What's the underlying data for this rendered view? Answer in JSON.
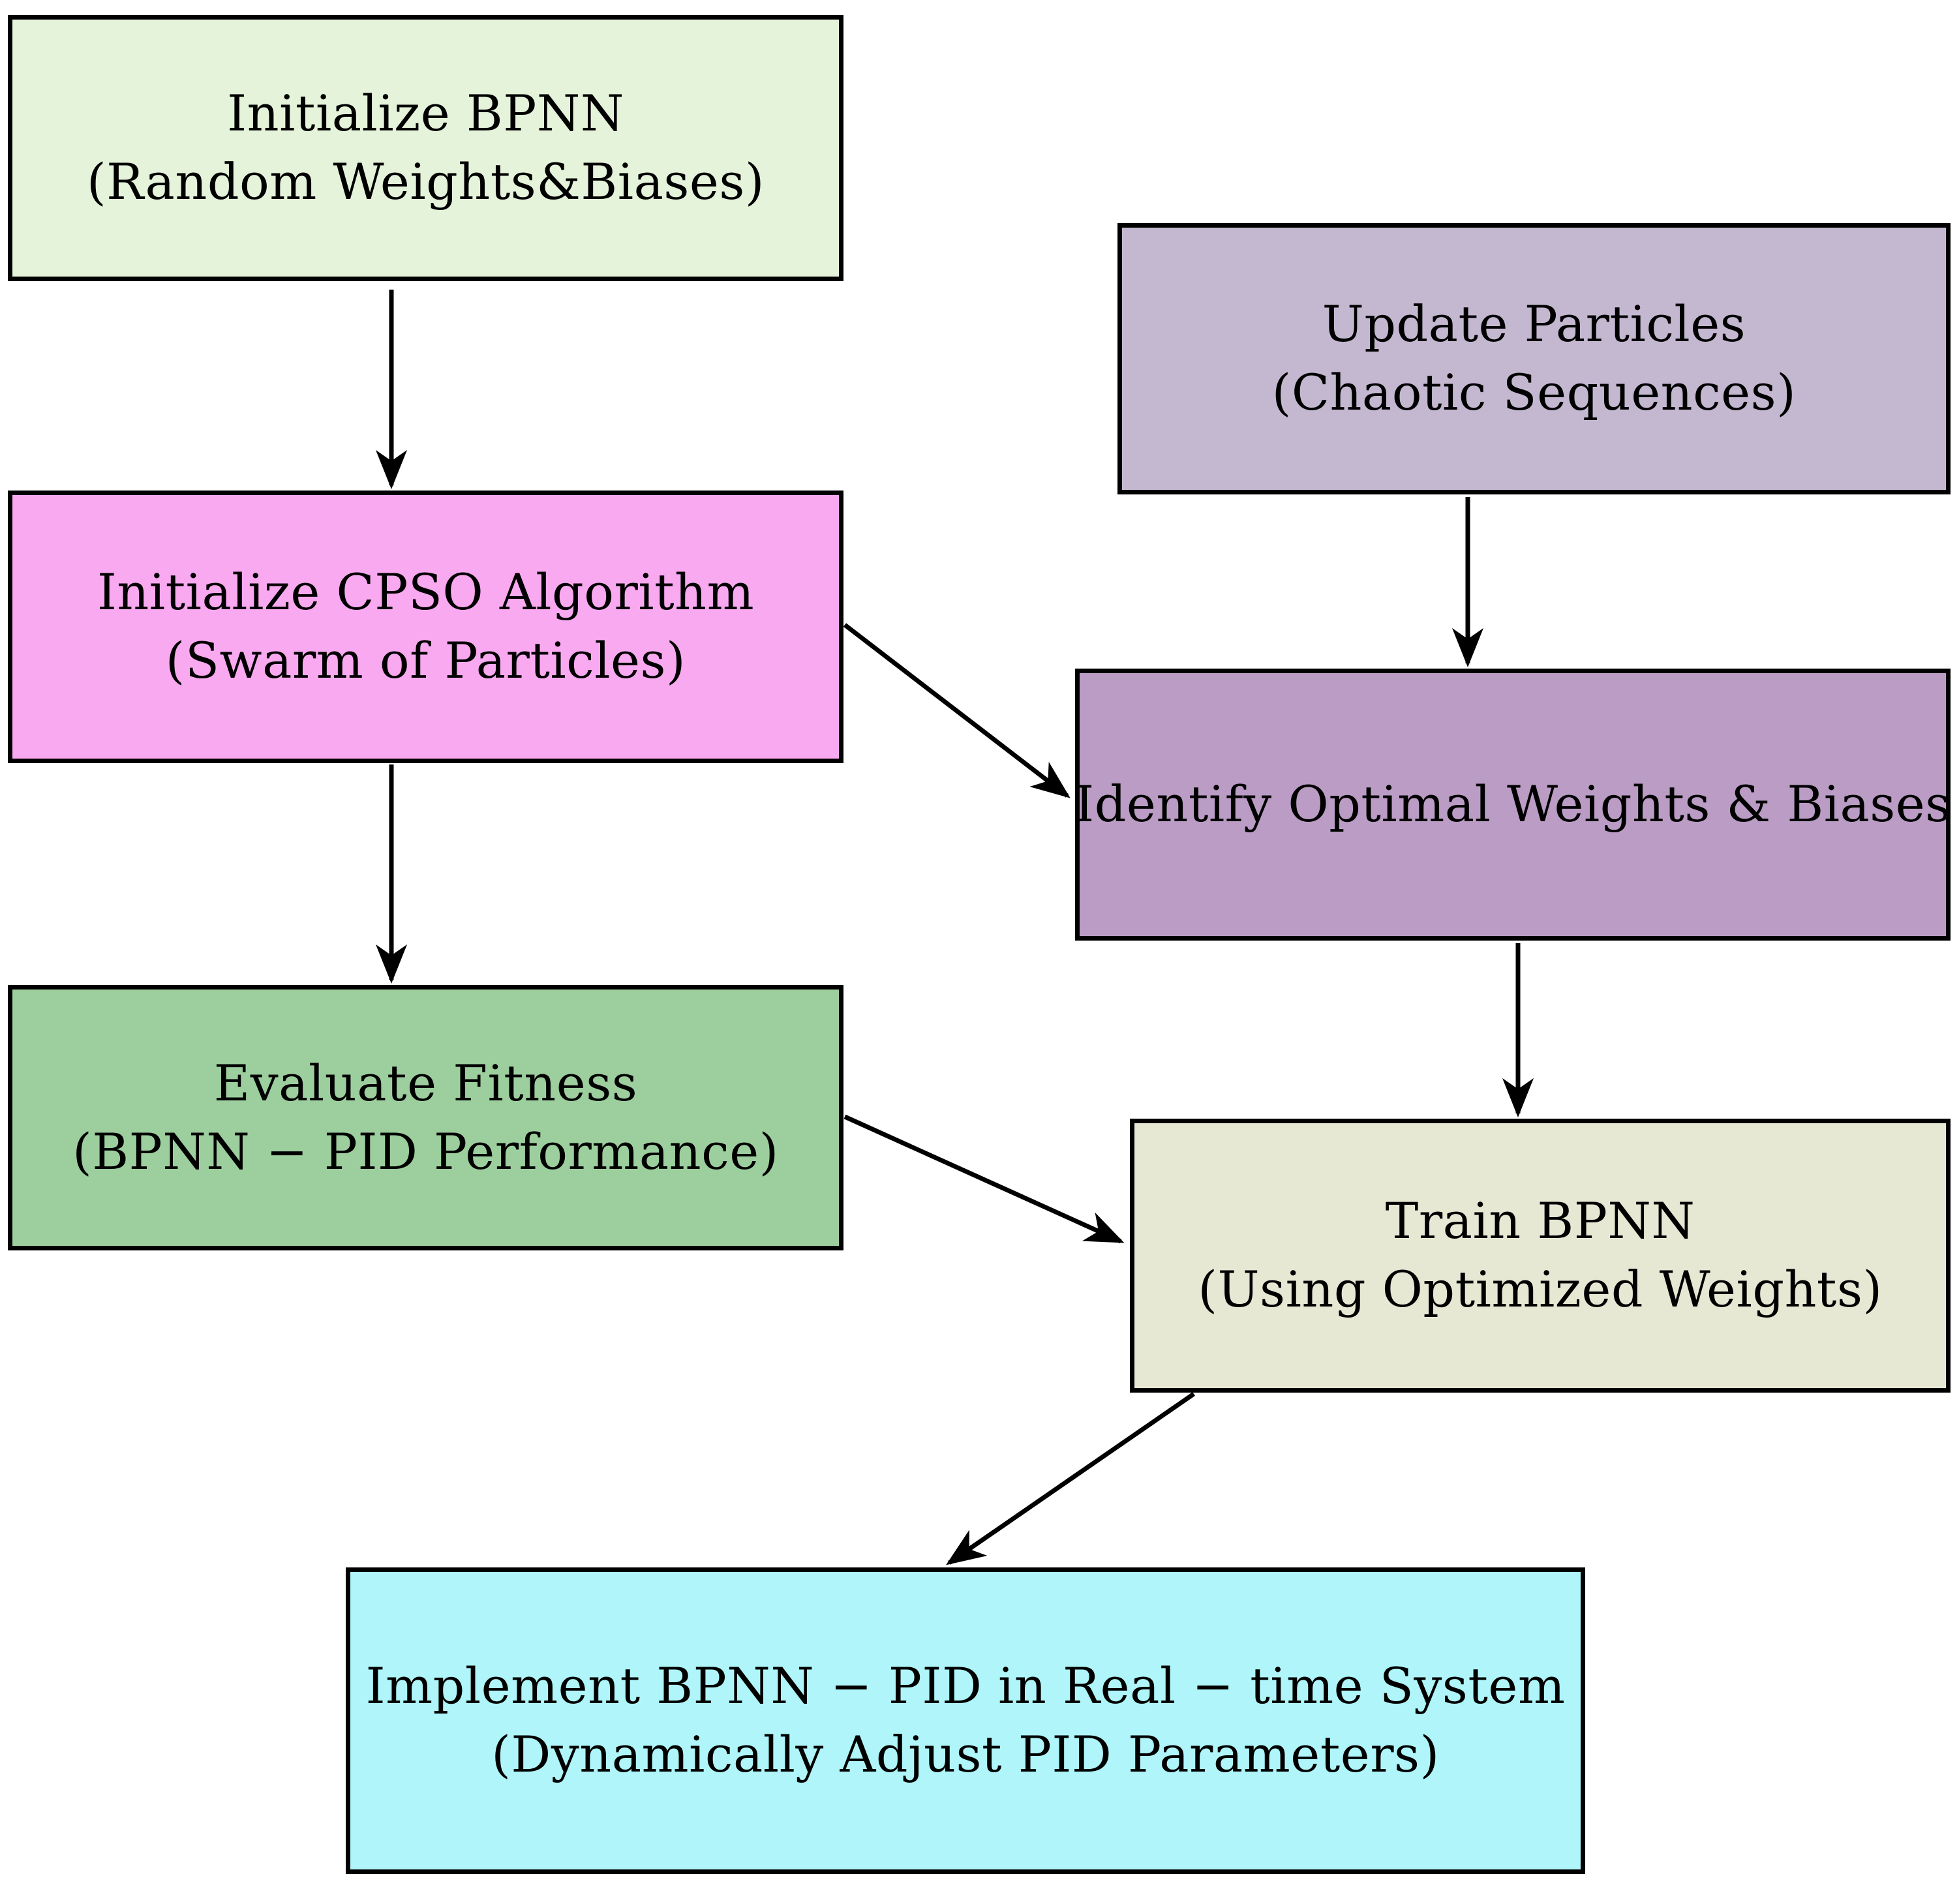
{
  "diagram": {
    "type": "flowchart",
    "background_color": "#ffffff",
    "border_color": "#000000",
    "arrow_color": "#000000",
    "text_color": "#000000",
    "nodes": [
      {
        "id": "initialize-bpnn",
        "line1": "Initialize BPNN",
        "line2": "(Random Weights&Biases)",
        "fill": "#e4f3da"
      },
      {
        "id": "initialize-cpso",
        "line1": "Initialize CPSO Algorithm",
        "line2": "(Swarm of Particles)",
        "fill": "#f9a9f0"
      },
      {
        "id": "evaluate-fitness",
        "line1": "Evaluate Fitness",
        "line2": "(BPNN − PID Performance)",
        "fill": "#9dcf9e"
      },
      {
        "id": "update-particles",
        "line1": "Update Particles",
        "line2": "(Chaotic Sequences)",
        "fill": "#c4b8d1"
      },
      {
        "id": "identify-optimal-weights",
        "line1": "Identify Optimal Weights & Biases",
        "line2": "",
        "fill": "#ba9cc5"
      },
      {
        "id": "train-bpnn",
        "line1": "Train BPNN",
        "line2": "(Using Optimized Weights)",
        "fill": "#e6e8d3"
      },
      {
        "id": "implement-bpnn-pid",
        "line1": "Implement BPNN − PID in Real − time System",
        "line2": "(Dynamically Adjust PID Parameters)",
        "fill": "#aff5f9"
      }
    ],
    "edges": [
      {
        "from": "initialize-bpnn",
        "to": "initialize-cpso"
      },
      {
        "from": "initialize-cpso",
        "to": "evaluate-fitness"
      },
      {
        "from": "initialize-cpso",
        "to": "identify-optimal-weights"
      },
      {
        "from": "update-particles",
        "to": "identify-optimal-weights"
      },
      {
        "from": "identify-optimal-weights",
        "to": "train-bpnn"
      },
      {
        "from": "evaluate-fitness",
        "to": "train-bpnn"
      },
      {
        "from": "train-bpnn",
        "to": "implement-bpnn-pid"
      }
    ]
  }
}
